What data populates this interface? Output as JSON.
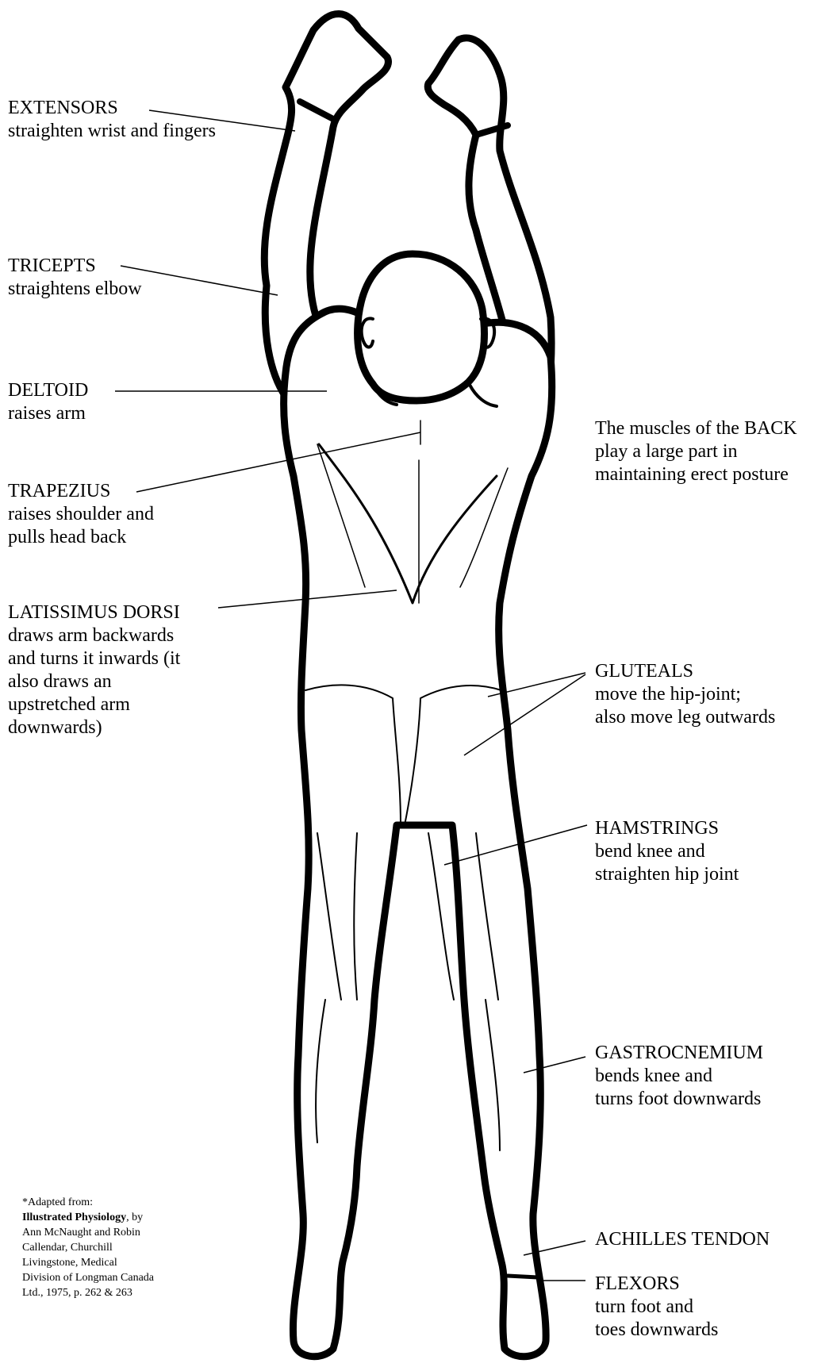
{
  "labels": [
    {
      "id": "extensors",
      "title": "EXTENSORS",
      "desc": [
        "straighten wrist and fingers"
      ]
    },
    {
      "id": "tricepts",
      "title": "TRICEPTS",
      "desc": [
        "straightens elbow"
      ]
    },
    {
      "id": "deltoid",
      "title": "DELTOID",
      "desc": [
        "raises arm"
      ]
    },
    {
      "id": "trapezius",
      "title": "TRAPEZIUS",
      "desc": [
        "raises shoulder and",
        "pulls head back"
      ]
    },
    {
      "id": "latissimus",
      "title": "LATISSIMUS DORSI",
      "desc": [
        "draws arm backwards",
        "and turns it inwards (it",
        "also draws an",
        "upstretched arm",
        "downwards)"
      ]
    },
    {
      "id": "back",
      "title": "",
      "desc": [
        "The muscles of the BACK",
        "play a large part in",
        "maintaining erect posture"
      ]
    },
    {
      "id": "gluteals",
      "title": "GLUTEALS",
      "desc": [
        "move the hip-joint;",
        "also move leg outwards"
      ]
    },
    {
      "id": "hamstrings",
      "title": "HAMSTRINGS",
      "desc": [
        "bend knee and",
        "straighten hip joint"
      ]
    },
    {
      "id": "gastrocnemium",
      "title": "GASTROCNEMIUM",
      "desc": [
        "bends knee and",
        "turns foot downwards"
      ]
    },
    {
      "id": "achilles",
      "title": "ACHILLES TENDON",
      "desc": []
    },
    {
      "id": "flexors",
      "title": "FLEXORS",
      "desc": [
        "turn foot and",
        "toes downwards"
      ]
    }
  ],
  "credit": {
    "line1": "*Adapted from:",
    "book": "Illustrated Physiology",
    "line2_suffix": ", by",
    "rest": [
      "Ann McNaught and Robin",
      "Callendar, Churchill",
      "Livingstone, Medical",
      "Division of Longman Canada",
      "Ltd., 1975, p. 262 & 263"
    ]
  }
}
